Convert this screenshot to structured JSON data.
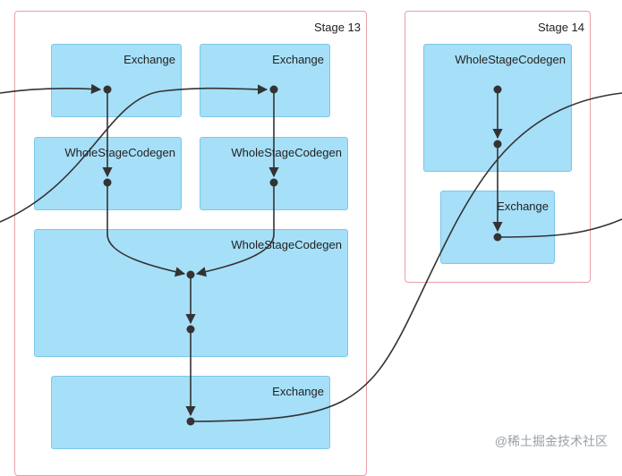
{
  "stages": [
    {
      "id": "stage13",
      "label": "Stage 13"
    },
    {
      "id": "stage14",
      "label": "Stage 14"
    }
  ],
  "nodes": {
    "s13_exchange_left": "Exchange",
    "s13_exchange_right": "Exchange",
    "s13_wsc_left": "WholeStageCodegen",
    "s13_wsc_right": "WholeStageCodegen",
    "s13_wsc_join": "WholeStageCodegen",
    "s13_exchange_bottom": "Exchange",
    "s14_wsc": "WholeStageCodegen",
    "s14_exchange": "Exchange"
  },
  "watermark": "@稀土掘金技术社区",
  "colors": {
    "stage_border": "#e8a0a8",
    "node_fill": "#a6dff8",
    "node_border": "#7cc7ea",
    "edge": "#333333"
  }
}
